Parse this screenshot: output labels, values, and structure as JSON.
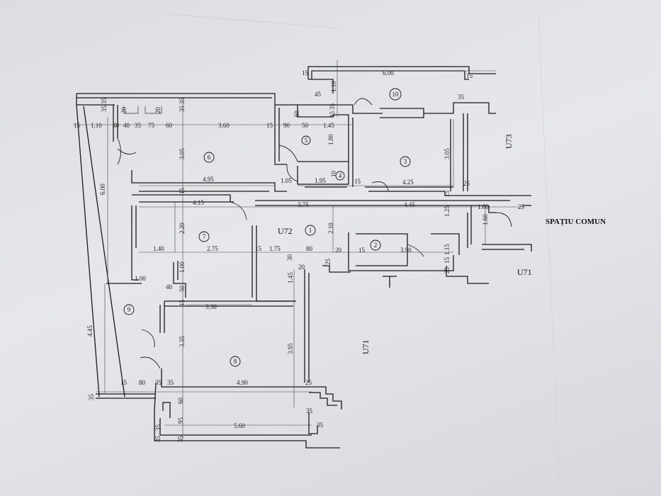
{
  "plan": {
    "common_area_label": "SPAȚIU COMUN",
    "unit_labels": {
      "u72": "U72",
      "u73": "U73",
      "u71_right": "U71",
      "u71_bottom": "U71"
    },
    "rooms": {
      "r1": "1",
      "r2": "2",
      "r3": "3",
      "r4": "4",
      "r5": "5",
      "r6": "6",
      "r7": "7",
      "r8": "8",
      "r9": "9",
      "r10": "10"
    },
    "dims": {
      "d_top_15": "15",
      "d_top_110": "1.10",
      "d_top_600": "6.00",
      "d_top_15b": "15",
      "d_45": "45",
      "d_35_r10": "35",
      "d_l35a": "35",
      "d_l35b": "35",
      "d_l20a": "20",
      "d_l20b": "20",
      "d_l35c": "35",
      "d_l35d": "35",
      "d_row15": "15",
      "d_row110": "1.10",
      "d_row40a": "40",
      "d_row40b": "40",
      "d_row35": "35",
      "d_row75": "75",
      "d_row60": "60",
      "d_row360": "3.60",
      "d_row15b": "15",
      "d_row90": "90",
      "d_row50": "50",
      "d_row145": "1.45",
      "d_60a": "60",
      "d_35e": "35",
      "d_15c": "15",
      "d_305a": "3.05",
      "d_180": "1.80",
      "d_305b": "3.05",
      "d_600v": "6.00",
      "d_495": "4.95",
      "d_105": "1.05",
      "d_195": "1.95",
      "d_10": "10",
      "d_15d": "15",
      "d_425": "4.25",
      "d_25a": "25",
      "d_15e": "15",
      "d_15f": "15",
      "d_415": "4.15",
      "d_375": "3.75",
      "d_445": "4.45",
      "d_160h": "1.60",
      "d_25b": "25",
      "d_220": "2.20",
      "d_210": "2.10",
      "d_125": "1.25",
      "d_160v": "1.60",
      "d_140": "1.40",
      "d_275": "2.75",
      "d_15g": "15",
      "d_175": "1.75",
      "d_80": "80",
      "d_20a": "20",
      "d_15h": "15",
      "d_390": "3.90",
      "d_115": "1.15",
      "d_15i": "15",
      "d_30": "30",
      "d_20b": "20",
      "d_25c": "25",
      "d_25d": "25",
      "d_100h": "1.00",
      "d_100v": "1.00",
      "d_40c": "40",
      "d_50": "50",
      "d_145v": "1.45",
      "d_15j": "15",
      "d_330": "3.30",
      "d_445v": "4.45",
      "d_335": "3.35",
      "d_395": "3.95",
      "d_35f": "35",
      "d_15k": "15",
      "d_80b": "80",
      "d_35g": "35",
      "d_35h": "35",
      "d_490": "4.90",
      "d_25e": "25",
      "d_35i": "35",
      "d_60b": "60",
      "d_35j": "35",
      "d_95": "95",
      "d_560": "5.60",
      "d_35k": "35",
      "d_35l": "35",
      "d_35m": "35"
    }
  }
}
